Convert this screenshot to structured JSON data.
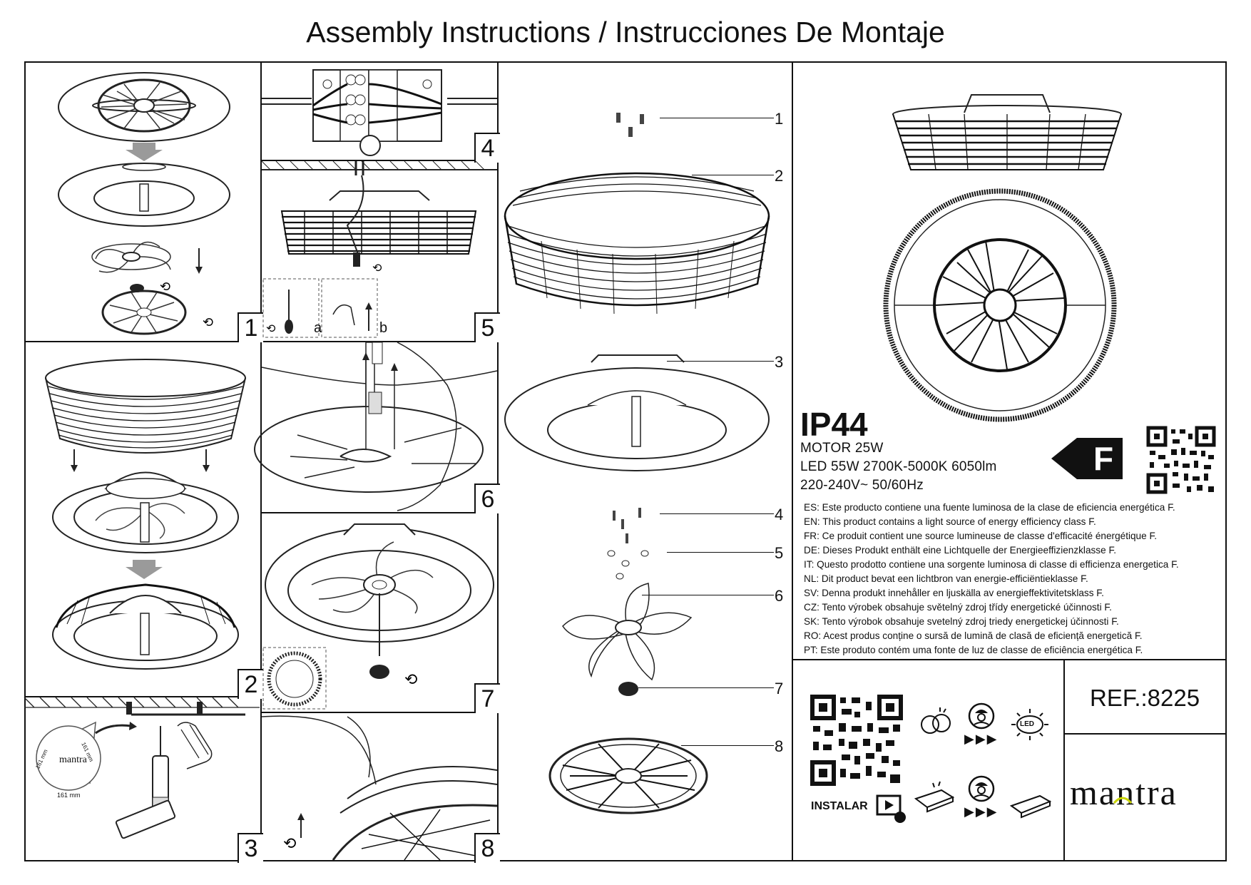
{
  "title": "Assembly Instructions / Instrucciones De Montaje",
  "steps": [
    "1",
    "2",
    "3",
    "4",
    "5",
    "6",
    "7",
    "8"
  ],
  "step5_sub": {
    "a": "a",
    "b": "b"
  },
  "step3_diagram": {
    "brand": "mantra",
    "dim_left": "161 mm",
    "dim_right": "161 mm",
    "dim_bottom": "161 mm"
  },
  "parts": [
    "1",
    "2",
    "3",
    "4",
    "5",
    "6",
    "7",
    "8"
  ],
  "specs": {
    "ip": "IP44",
    "motor": "MOTOR 25W",
    "led": "LED 55W 2700K-5000K 6050lm",
    "voltage": "220-240V~ 50/60Hz",
    "energy_class": "F"
  },
  "efficiency_statements": [
    "ES: Este producto contiene una fuente luminosa de la clase de eficiencia energética F.",
    "EN: This product contains a light source of energy efficiency class F.",
    "FR: Ce produit contient une source lumineuse de classe d'efficacité énergétique F.",
    "DE: Dieses Produkt enthält eine Lichtquelle der Energieeffizienzklasse F.",
    "IT: Questo prodotto contiene una sorgente luminosa di classe di efficienza energetica F.",
    "NL: Dit product bevat een lichtbron van energie-efficiëntieklasse F.",
    "SV: Denna produkt innehåller en ljuskälla av energieffektivitetsklass F.",
    "CZ: Tento výrobek obsahuje světelný zdroj třídy energetické účinnosti F.",
    "SK: Tento výrobok obsahuje svetelný zdroj triedy energetickej účinnosti F.",
    "RO: Acest produs conține o sursă de lumină de clasă de eficiență energetică F.",
    "PT: Este produto contém uma fonte de luz de classe de eficiência energética F."
  ],
  "install_label": "INSTALAR",
  "led_icon_text": "LED",
  "ref": "REF.:8225",
  "brand": "mantra",
  "icons": [
    "qr-code-icon",
    "energy-class-arrow-icon",
    "bulb-replace-icon",
    "technician-icon",
    "led-icon",
    "video-play-icon",
    "driver-icon",
    "arrow-right-icon",
    "rotate-icon",
    "drill-icon"
  ]
}
